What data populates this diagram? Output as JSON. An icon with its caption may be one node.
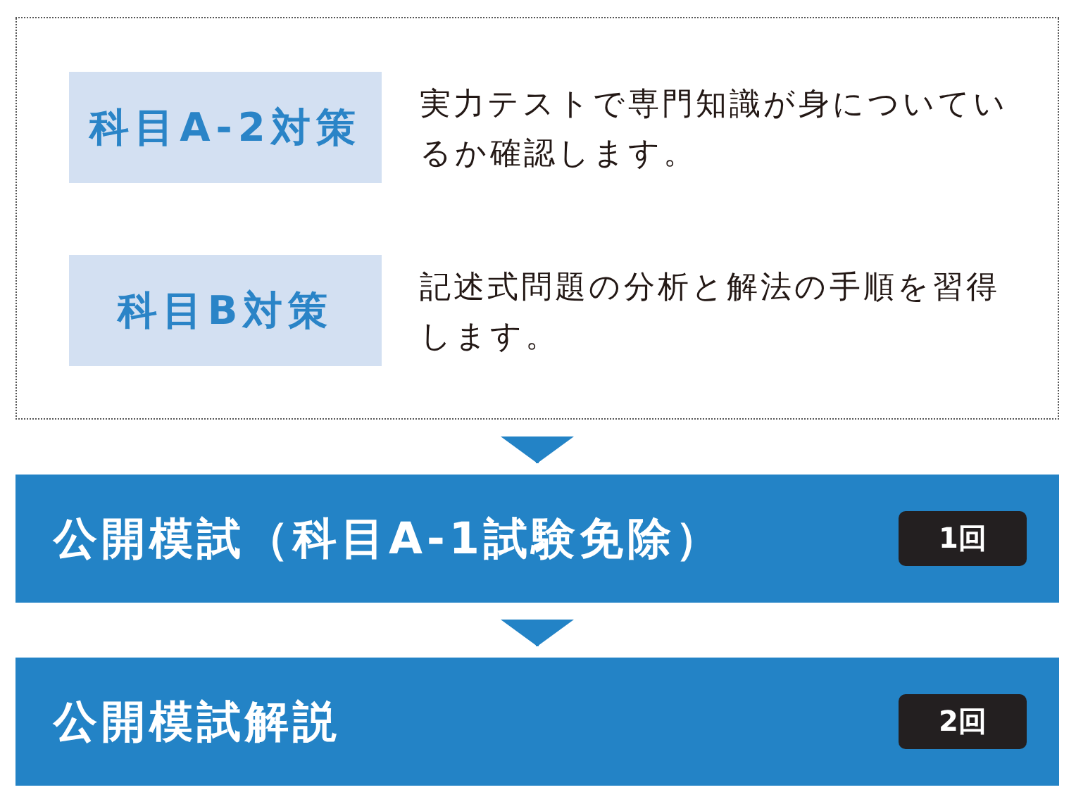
{
  "diagram": {
    "nodes": [
      {
        "text": [],
        "shape": "box"
      },
      {
        "text": [
          "科目A-2対策"
        ],
        "in": 0,
        "beside": [
          "実力テストで専門知識が身についているか確認します。"
        ]
      },
      {
        "text": [
          "科目B対策"
        ],
        "in": 0,
        "beside": [
          "記述式問題の分析と解法の手順を習得します。"
        ]
      },
      {
        "text": [
          "公開模試（科目A-1試験免除）"
        ]
      },
      {
        "text": [
          "1回"
        ],
        "in": 3
      },
      {
        "text": [
          "公開模試解説"
        ]
      },
      {
        "text": [
          "2回"
        ],
        "in": 5
      }
    ],
    "edges": [
      {
        "from": 0,
        "to": 3,
        "arrow": "to"
      },
      {
        "from": 3,
        "to": 5,
        "arrow": "to"
      }
    ]
  }
}
